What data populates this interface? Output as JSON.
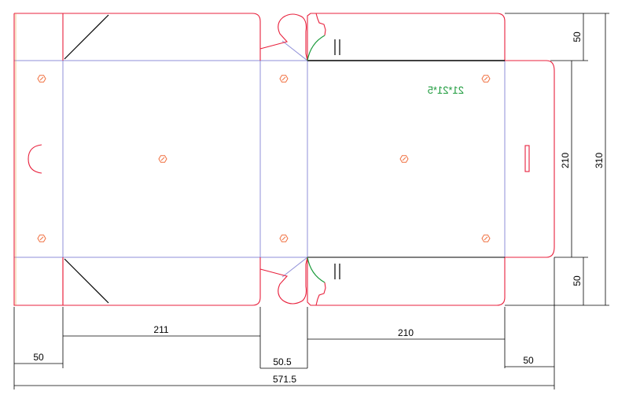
{
  "diagram": {
    "print_mark": "21*21*5",
    "dimensions": {
      "panel_front_width": "211",
      "panel_back_width": "210",
      "left_flap_width": "50",
      "tab_width": "50.5",
      "glue_flap_width": "50",
      "total_width": "571.5",
      "top_flap_height": "50",
      "bottom_flap_height": "50",
      "panel_height": "210",
      "total_height": "310"
    },
    "colors": {
      "cut": "#e8203c",
      "crease": "#8f8fd8",
      "mark": "#1a9a3a"
    }
  }
}
